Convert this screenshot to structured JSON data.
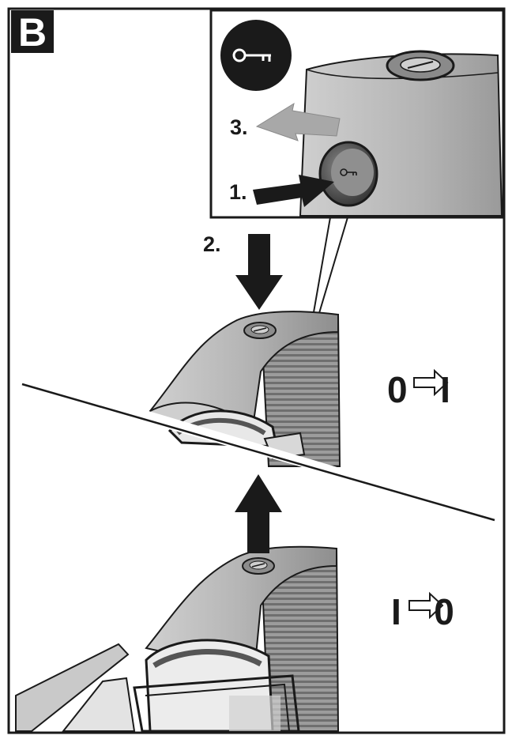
{
  "panel_label": "B",
  "steps": {
    "one": "1.",
    "two": "2.",
    "three": "3."
  },
  "switch_states": {
    "on": "0⇨I",
    "off": "I⇨0"
  },
  "icons": {
    "key": "key-icon",
    "arrow_push": "arrow-down-icon",
    "arrow_pull": "arrow-up-icon"
  },
  "colors": {
    "ink": "#1a1a1a",
    "device_grey": "#b9b9b9",
    "device_dark": "#7d7d7d"
  }
}
